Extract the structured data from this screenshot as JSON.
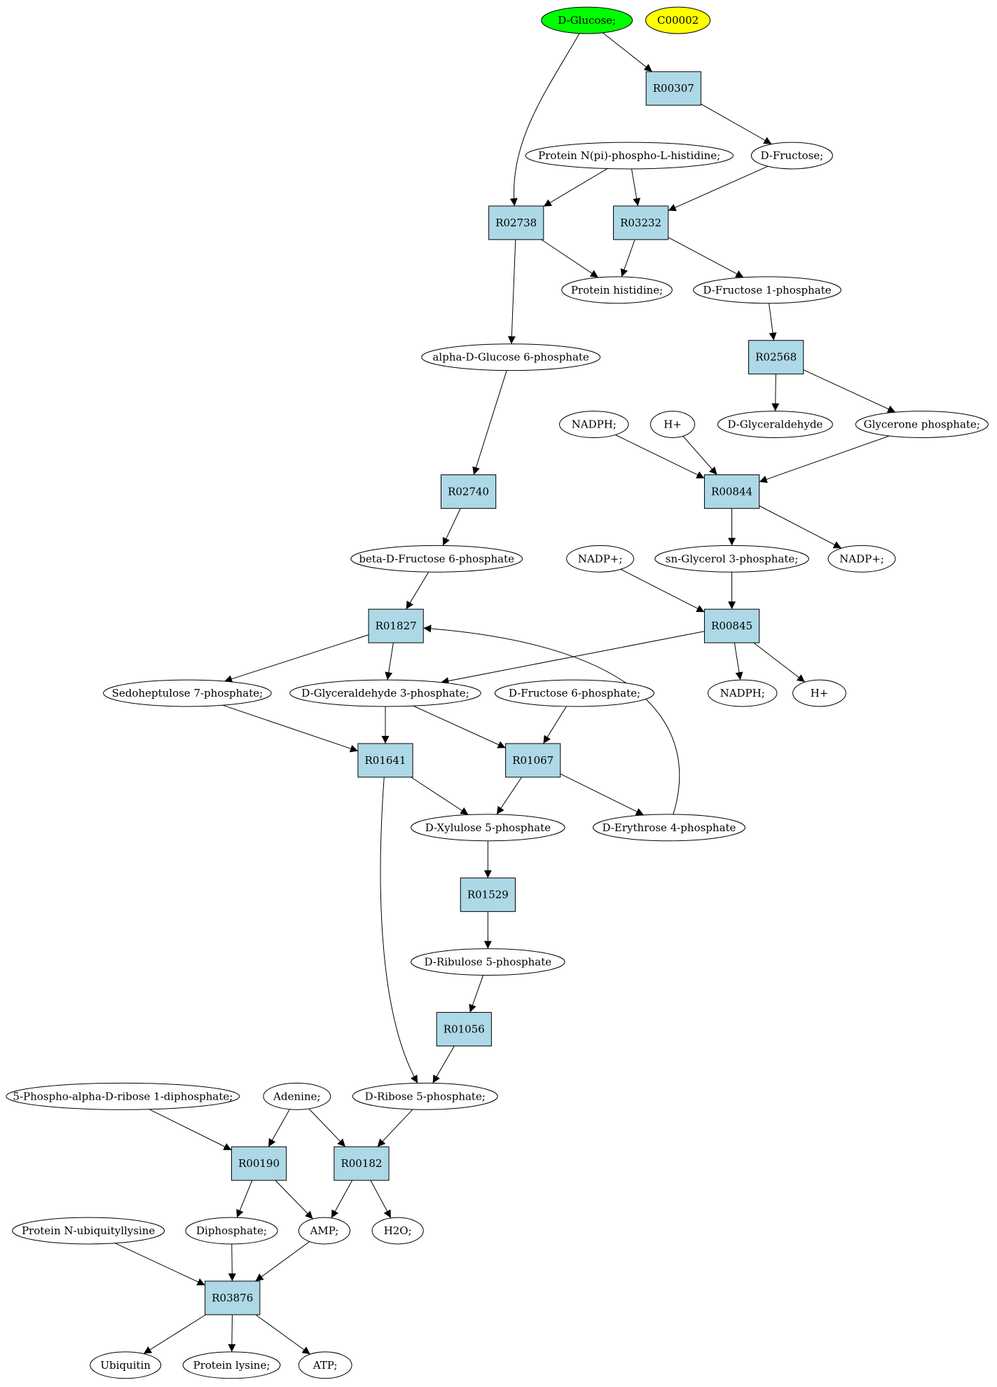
{
  "colors": {
    "compound_fill": "#ffffff",
    "reaction_fill": "#add8e6",
    "highlight_green": "#00ff00",
    "highlight_yellow": "#ffff00",
    "stroke": "#000000"
  },
  "nodes": [
    {
      "id": "glucose",
      "kind": "compound",
      "label": "D-Glucose;",
      "fill": "green"
    },
    {
      "id": "c00002",
      "kind": "compound",
      "label": "C00002",
      "fill": "yellow"
    },
    {
      "id": "R00307",
      "kind": "reaction",
      "label": "R00307"
    },
    {
      "id": "protein_npi",
      "kind": "compound",
      "label": "Protein N(pi)-phospho-L-histidine;"
    },
    {
      "id": "fructose",
      "kind": "compound",
      "label": "D-Fructose;"
    },
    {
      "id": "R02738",
      "kind": "reaction",
      "label": "R02738"
    },
    {
      "id": "R03232",
      "kind": "reaction",
      "label": "R03232"
    },
    {
      "id": "protein_his",
      "kind": "compound",
      "label": "Protein histidine;"
    },
    {
      "id": "fru1p",
      "kind": "compound",
      "label": "D-Fructose 1-phosphate"
    },
    {
      "id": "ag6p",
      "kind": "compound",
      "label": "alpha-D-Glucose 6-phosphate"
    },
    {
      "id": "R02568",
      "kind": "reaction",
      "label": "R02568"
    },
    {
      "id": "nadph1",
      "kind": "compound",
      "label": "NADPH;"
    },
    {
      "id": "h1",
      "kind": "compound",
      "label": "H+"
    },
    {
      "id": "glyceraldehyde",
      "kind": "compound",
      "label": "D-Glyceraldehyde"
    },
    {
      "id": "glycerone",
      "kind": "compound",
      "label": "Glycerone phosphate;"
    },
    {
      "id": "R02740",
      "kind": "reaction",
      "label": "R02740"
    },
    {
      "id": "R00844",
      "kind": "reaction",
      "label": "R00844"
    },
    {
      "id": "bf6p",
      "kind": "compound",
      "label": "beta-D-Fructose 6-phosphate"
    },
    {
      "id": "nadp1",
      "kind": "compound",
      "label": "NADP+;"
    },
    {
      "id": "sng3p",
      "kind": "compound",
      "label": "sn-Glycerol 3-phosphate;"
    },
    {
      "id": "nadp2",
      "kind": "compound",
      "label": "NADP+;"
    },
    {
      "id": "R01827",
      "kind": "reaction",
      "label": "R01827"
    },
    {
      "id": "R00845",
      "kind": "reaction",
      "label": "R00845"
    },
    {
      "id": "s7p",
      "kind": "compound",
      "label": "Sedoheptulose 7-phosphate;"
    },
    {
      "id": "ga3p",
      "kind": "compound",
      "label": "D-Glyceraldehyde 3-phosphate;"
    },
    {
      "id": "f6p",
      "kind": "compound",
      "label": "D-Fructose 6-phosphate;"
    },
    {
      "id": "nadph2",
      "kind": "compound",
      "label": "NADPH;"
    },
    {
      "id": "h2",
      "kind": "compound",
      "label": "H+"
    },
    {
      "id": "R01641",
      "kind": "reaction",
      "label": "R01641"
    },
    {
      "id": "R01067",
      "kind": "reaction",
      "label": "R01067"
    },
    {
      "id": "xu5p",
      "kind": "compound",
      "label": "D-Xylulose 5-phosphate"
    },
    {
      "id": "e4p",
      "kind": "compound",
      "label": "D-Erythrose 4-phosphate"
    },
    {
      "id": "R01529",
      "kind": "reaction",
      "label": "R01529"
    },
    {
      "id": "ru5p",
      "kind": "compound",
      "label": "D-Ribulose 5-phosphate"
    },
    {
      "id": "R01056",
      "kind": "reaction",
      "label": "R01056"
    },
    {
      "id": "prpp",
      "kind": "compound",
      "label": "5-Phospho-alpha-D-ribose 1-diphosphate;"
    },
    {
      "id": "adenine",
      "kind": "compound",
      "label": "Adenine;"
    },
    {
      "id": "r5p",
      "kind": "compound",
      "label": "D-Ribose 5-phosphate;"
    },
    {
      "id": "R00190",
      "kind": "reaction",
      "label": "R00190"
    },
    {
      "id": "R00182",
      "kind": "reaction",
      "label": "R00182"
    },
    {
      "id": "ubiq_lys",
      "kind": "compound",
      "label": "Protein N-ubiquityllysine"
    },
    {
      "id": "diphosphate",
      "kind": "compound",
      "label": "Diphosphate;"
    },
    {
      "id": "amp",
      "kind": "compound",
      "label": "AMP;"
    },
    {
      "id": "h2o",
      "kind": "compound",
      "label": "H2O;"
    },
    {
      "id": "R03876",
      "kind": "reaction",
      "label": "R03876"
    },
    {
      "id": "ubiquitin",
      "kind": "compound",
      "label": "Ubiquitin"
    },
    {
      "id": "prot_lys",
      "kind": "compound",
      "label": "Protein lysine;"
    },
    {
      "id": "atp",
      "kind": "compound",
      "label": "ATP;"
    }
  ],
  "edges": [
    [
      "glucose",
      "R00307"
    ],
    [
      "glucose",
      "R02738"
    ],
    [
      "R00307",
      "fructose"
    ],
    [
      "protein_npi",
      "R02738"
    ],
    [
      "protein_npi",
      "R03232"
    ],
    [
      "fructose",
      "R03232"
    ],
    [
      "R02738",
      "protein_his"
    ],
    [
      "R02738",
      "ag6p"
    ],
    [
      "R03232",
      "protein_his"
    ],
    [
      "R03232",
      "fru1p"
    ],
    [
      "fru1p",
      "R02568"
    ],
    [
      "R02568",
      "glyceraldehyde"
    ],
    [
      "R02568",
      "glycerone"
    ],
    [
      "ag6p",
      "R02740"
    ],
    [
      "nadph1",
      "R00844"
    ],
    [
      "h1",
      "R00844"
    ],
    [
      "glycerone",
      "R00844"
    ],
    [
      "R02740",
      "bf6p"
    ],
    [
      "R00844",
      "sng3p"
    ],
    [
      "R00844",
      "nadp2"
    ],
    [
      "bf6p",
      "R01827"
    ],
    [
      "nadp1",
      "R00845"
    ],
    [
      "sng3p",
      "R00845"
    ],
    [
      "R01827",
      "s7p"
    ],
    [
      "R01827",
      "ga3p"
    ],
    [
      "R00845",
      "ga3p"
    ],
    [
      "R00845",
      "nadph2"
    ],
    [
      "R00845",
      "h2"
    ],
    [
      "s7p",
      "R01641"
    ],
    [
      "ga3p",
      "R01641"
    ],
    [
      "ga3p",
      "R01067"
    ],
    [
      "f6p",
      "R01067"
    ],
    [
      "R01641",
      "xu5p"
    ],
    [
      "R01641",
      "r5p"
    ],
    [
      "R01067",
      "xu5p"
    ],
    [
      "R01067",
      "e4p"
    ],
    [
      "e4p",
      "R01827"
    ],
    [
      "xu5p",
      "R01529"
    ],
    [
      "R01529",
      "ru5p"
    ],
    [
      "ru5p",
      "R01056"
    ],
    [
      "R01056",
      "r5p"
    ],
    [
      "prpp",
      "R00190"
    ],
    [
      "adenine",
      "R00190"
    ],
    [
      "adenine",
      "R00182"
    ],
    [
      "r5p",
      "R00182"
    ],
    [
      "R00190",
      "diphosphate"
    ],
    [
      "R00190",
      "amp"
    ],
    [
      "R00182",
      "amp"
    ],
    [
      "R00182",
      "h2o"
    ],
    [
      "ubiq_lys",
      "R03876"
    ],
    [
      "diphosphate",
      "R03876"
    ],
    [
      "amp",
      "R03876"
    ],
    [
      "R03876",
      "ubiquitin"
    ],
    [
      "R03876",
      "prot_lys"
    ],
    [
      "R03876",
      "atp"
    ]
  ]
}
